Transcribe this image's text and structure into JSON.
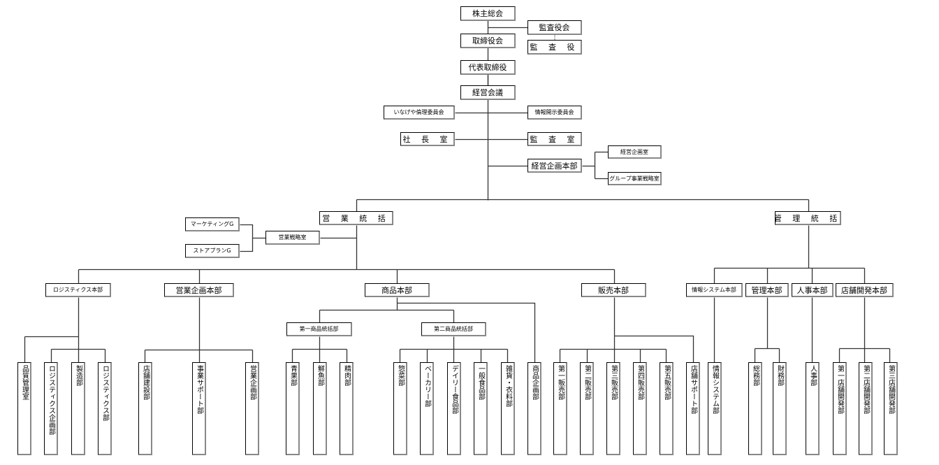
{
  "nodes": [
    {
      "id": "shareholders",
      "label": "株主総会"
    },
    {
      "id": "audit-board",
      "label": "監査役会"
    },
    {
      "id": "auditors",
      "label": "監 査 役"
    },
    {
      "id": "board",
      "label": "取締役会"
    },
    {
      "id": "rep-director",
      "label": "代表取締役"
    },
    {
      "id": "mgmt-meeting",
      "label": "経営会議"
    },
    {
      "id": "ethics-committee",
      "label": "いなげや倫理委員会"
    },
    {
      "id": "disclosure-committee",
      "label": "情報開示委員会"
    },
    {
      "id": "president-office",
      "label": "社 長 室"
    },
    {
      "id": "audit-office",
      "label": "監 査 室"
    },
    {
      "id": "corp-planning-hq",
      "label": "経営企画本部"
    },
    {
      "id": "corp-planning-office",
      "label": "経営企画室"
    },
    {
      "id": "group-strategy-office",
      "label": "グループ事業戦略室"
    },
    {
      "id": "sales-general",
      "label": "営 業 統 括"
    },
    {
      "id": "admin-general",
      "label": "管 理 統 括"
    },
    {
      "id": "marketing-g",
      "label": "マーケティングG"
    },
    {
      "id": "storeplan-g",
      "label": "ストアプランG"
    },
    {
      "id": "sales-strategy",
      "label": "営業戦略室"
    },
    {
      "id": "logistics-hq",
      "label": "ロジスティクス本部"
    },
    {
      "id": "sales-planning-hq",
      "label": "営業企画本部"
    },
    {
      "id": "merch-hq",
      "label": "商品本部"
    },
    {
      "id": "sales-hq",
      "label": "販売本部"
    },
    {
      "id": "is-hq",
      "label": "情報システム本部"
    },
    {
      "id": "admin-hq",
      "label": "管理本部"
    },
    {
      "id": "hr-hq",
      "label": "人事本部"
    },
    {
      "id": "store-dev-hq",
      "label": "店舗開発本部"
    },
    {
      "id": "merch-div-1",
      "label": "第一商品統括部"
    },
    {
      "id": "merch-div-2",
      "label": "第二商品統括部"
    },
    {
      "id": "l-quality",
      "label": "品質管理室"
    },
    {
      "id": "l-log-planning",
      "label": "ロジスティクス企画部"
    },
    {
      "id": "l-manufacturing",
      "label": "製造部"
    },
    {
      "id": "l-logistics",
      "label": "ロジスティクス部"
    },
    {
      "id": "l-store-construction",
      "label": "店舗建設部"
    },
    {
      "id": "l-biz-support",
      "label": "事業サポート部"
    },
    {
      "id": "l-sales-planning",
      "label": "営業企画部"
    },
    {
      "id": "l-produce",
      "label": "青果部"
    },
    {
      "id": "l-fish",
      "label": "鮮魚部"
    },
    {
      "id": "l-meat",
      "label": "精肉部"
    },
    {
      "id": "l-deli",
      "label": "惣菜部"
    },
    {
      "id": "l-bakery",
      "label": "ベーカリー部"
    },
    {
      "id": "l-daily",
      "label": "デイリー食品部"
    },
    {
      "id": "l-general-food",
      "label": "一般食品部"
    },
    {
      "id": "l-sundries",
      "label": "雑貨・衣料部"
    },
    {
      "id": "l-merch-planning",
      "label": "商品企画部"
    },
    {
      "id": "l-sales-1",
      "label": "第一販売部"
    },
    {
      "id": "l-sales-2",
      "label": "第二販売部"
    },
    {
      "id": "l-sales-3",
      "label": "第三販売部"
    },
    {
      "id": "l-sales-4",
      "label": "第四販売部"
    },
    {
      "id": "l-sales-5",
      "label": "第五販売部"
    },
    {
      "id": "l-store-support",
      "label": "店舗サポート部"
    },
    {
      "id": "l-info-systems",
      "label": "情報システム部"
    },
    {
      "id": "l-general-affairs",
      "label": "総務部"
    },
    {
      "id": "l-finance",
      "label": "財務部"
    },
    {
      "id": "l-hr",
      "label": "人事部"
    },
    {
      "id": "l-store-dev-1",
      "label": "第一店舗開発部"
    },
    {
      "id": "l-store-dev-2",
      "label": "第二店舗開発部"
    },
    {
      "id": "l-store-dev-3",
      "label": "第三店舗開発部"
    }
  ]
}
